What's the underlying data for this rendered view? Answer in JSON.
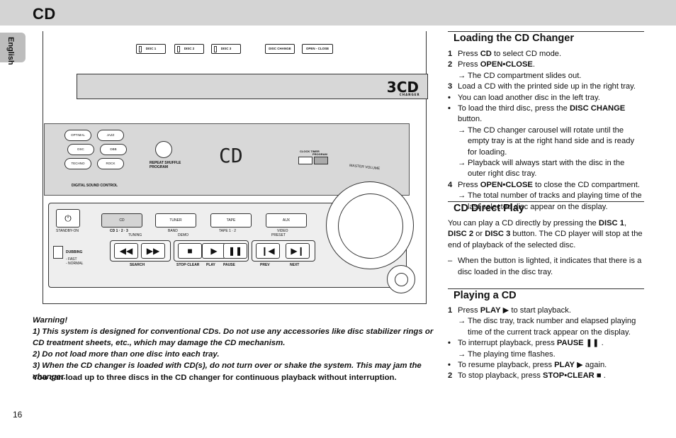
{
  "header": {
    "title": "CD"
  },
  "language_tab": "English",
  "page_number": "16",
  "device": {
    "top_buttons": [
      "DISC 1",
      "DISC 2",
      "DISC 3",
      "DISC CHANGE",
      "OPEN - CLOSE"
    ],
    "logo": "3CD",
    "logo_sub": "CHANGER",
    "sound_buttons": [
      "OPTIMAL",
      "JAZZ",
      "DSC",
      "DBB",
      "TECHNO",
      "ROCK"
    ],
    "sound_label": "DIGITAL SOUND CONTROL",
    "repeat_label": "REPEAT SHUFFLE",
    "program_label": "PROGRAM",
    "clock_label": "CLOCK TIMER",
    "program_btn": "PROGRAM",
    "volume_label": "MASTER VOLUME",
    "display_text": "CD",
    "standby": "STANDBY-ON",
    "sources": [
      {
        "label": "CD",
        "sub": "CD 1 · 2 · 3"
      },
      {
        "label": "TUNER",
        "sub": "BAND"
      },
      {
        "label": "TAPE",
        "sub": "TAPE 1 · 2"
      },
      {
        "label": "AUX",
        "sub": "VIDEO"
      }
    ],
    "dubbing": "DUBBING",
    "dub_speeds": "- FAST\n- NORMAL",
    "group_labels": [
      "TUNING",
      "DEMO",
      "PRESET"
    ],
    "control_labels": [
      "SEARCH",
      "STOP·CLEAR",
      "PLAY",
      "PAUSE",
      "PREV",
      "NEXT"
    ]
  },
  "warning": {
    "title": "Warning!",
    "items": [
      "1) This system is designed for conventional CDs. Do not use any accessories like disc stabilizer rings or CD treatment sheets, etc., which may damage the CD mechanism.",
      "2) Do not load more than one disc into each tray.",
      "3) When the CD changer is loaded with CD(s), do not turn over or shake the system. This may jam the changer."
    ],
    "note": "You can load up to three discs in the CD changer for continuous playback without interruption."
  },
  "loading": {
    "title": "Loading the CD Changer",
    "step1_num": "1",
    "step1_pre": "Press ",
    "step1_key": "CD",
    "step1_post": " to select CD mode.",
    "step2_num": "2",
    "step2_pre": "Press ",
    "step2_key": "OPEN•CLOSE",
    "step2_post": ".",
    "step2_arrow": "The CD compartment slides out.",
    "step3_num": "3",
    "step3": "Load a CD with the printed side up in the right tray.",
    "bullet1": "You can load another disc in the left tray.",
    "bullet2_pre": "To load the third disc, press the ",
    "bullet2_key": "DISC CHANGE",
    "bullet2_post": " button.",
    "arrow_a": "The CD changer carousel will rotate until the empty tray is at the right hand side and is ready for loading.",
    "arrow_b": "Playback will always start with the disc in the outer right disc tray.",
    "step4_num": "4",
    "step4_pre": "Press ",
    "step4_key": "OPEN•CLOSE",
    "step4_post": " to close the CD compartment.",
    "step4_arrow": "The total number of tracks and playing time of the last selected disc appear on the display."
  },
  "direct": {
    "title": "CD Direct Play",
    "p_pre": "You can play a CD directly by pressing the ",
    "k1": "DISC 1",
    "sep1": ", ",
    "k2": "DISC 2",
    "sep2": " or ",
    "k3": "DISC 3",
    "p_post": " button. The CD player will stop at the end of playback of the selected disc.",
    "dash": "When the button is lighted, it indicates that there is a disc loaded in the disc tray."
  },
  "playing": {
    "title": "Playing a CD",
    "s1_num": "1",
    "s1_pre": "Press ",
    "s1_key": "PLAY",
    "s1_post": " to start playback.",
    "s1_arrow": "The disc tray, track number and elapsed playing time of the current track appear on the display.",
    "b1_pre": "To interrupt playback, press ",
    "b1_key": "PAUSE",
    "b1_arrow": "The playing time flashes.",
    "b2_pre": "To resume playback, press ",
    "b2_key": "PLAY",
    "b2_post": " again.",
    "s2_num": "2",
    "s2_pre": "To stop playback, press ",
    "s2_key": "STOP•CLEAR"
  }
}
